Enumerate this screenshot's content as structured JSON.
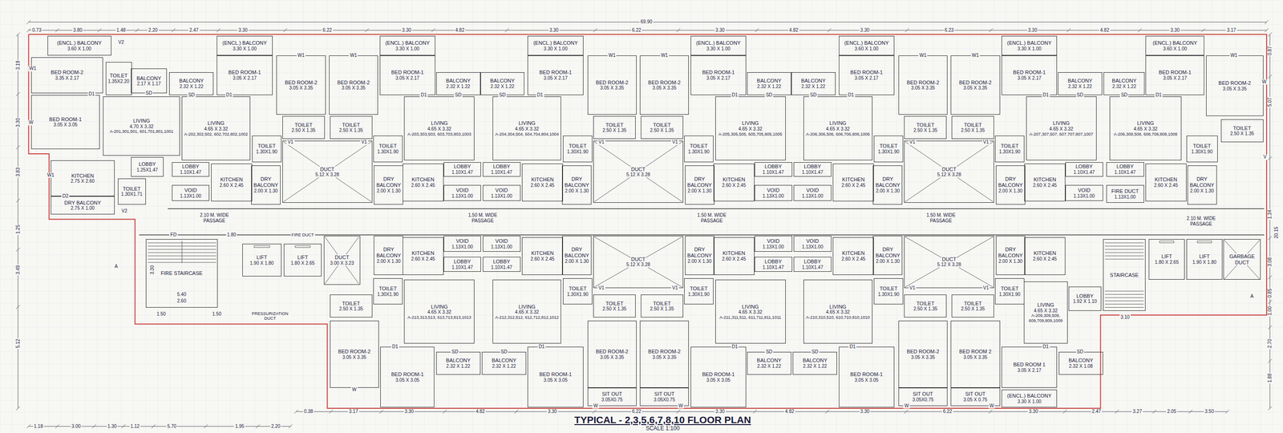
{
  "diagram": {
    "title": "TYPICAL - 2,3,5,6,7,8,10 FLOOR PLAN",
    "caption": "SCALE 1:100",
    "nodes": [
      {
        "text": [
          "(ENCL.) BALCONY",
          "3.60 X 1.00"
        ]
      },
      {
        "text": [
          "BED ROOM-2",
          "3.35 X 2.17"
        ]
      },
      {
        "text": [
          "TOILET",
          "1.35X2.20"
        ]
      },
      {
        "text": [
          "BALCONY",
          "2.17 X 1.17"
        ]
      },
      {
        "text": [
          "BED ROOM-1",
          "3.05 X 3.05"
        ]
      },
      {
        "text": [
          "LIVING",
          "4.70 X 3.32",
          "A-201,301,501, 601,701,801,1001"
        ]
      },
      {
        "text": [
          "KITCHEN",
          "2.75 X 2.60"
        ]
      },
      {
        "text": [
          "LOBBY",
          "1.25X1.47"
        ]
      },
      {
        "text": [
          "TOILET",
          "1.30X1.71"
        ]
      },
      {
        "text": [
          "DRY BALCONY",
          "2.75 X 1.00"
        ]
      },
      {
        "text": [
          "(ENCL.) BALCONY",
          "3.30 X 1.00"
        ]
      },
      {
        "text": [
          "BED ROOM-1",
          "3.05 X 2.17"
        ]
      },
      {
        "text": [
          "BED ROOM-2",
          "3.05 X 3.35"
        ]
      },
      {
        "text": [
          "BED ROOM-2",
          "3.05 X 3.35"
        ]
      },
      {
        "text": [
          "(ENCL.) BALCONY",
          "3.30 X 1.00"
        ]
      },
      {
        "text": [
          "BED ROOM-1",
          "3.05 X 2.17"
        ]
      },
      {
        "text": [
          "BALCONY",
          "2.32 X 1.22"
        ]
      },
      {
        "text": [
          "LIVING",
          "4.65 X 3.32",
          "A-202,302,502, 602,702,802,1002"
        ]
      },
      {
        "text": [
          "TOILET",
          "2.50 X 1.35"
        ]
      },
      {
        "text": [
          "TOILET",
          "2.50 X 1.35"
        ]
      },
      {
        "text": [
          "BALCONY",
          "2.32 X 1.22"
        ]
      },
      {
        "text": [
          "LIVING",
          "4.65 X 3.32",
          "A-203,303,503, 603,703,803,1003"
        ]
      },
      {
        "text": [
          "TOILET",
          "1.30X1.90"
        ]
      },
      {
        "text": [
          "DUCT",
          "5.12 X 3.28"
        ]
      },
      {
        "text": [
          "TOILET",
          "1.30X1.90"
        ]
      },
      {
        "text": [
          "LOBBY",
          "1.10X1.47"
        ]
      },
      {
        "text": [
          "KITCHEN",
          "2.60 X 2.45"
        ]
      },
      {
        "text": [
          "DRY BALCONY",
          "2.00 X 1.30"
        ]
      },
      {
        "text": [
          "DRY BALCONY",
          "2.00 X 1.30"
        ]
      },
      {
        "text": [
          "KITCHEN",
          "2.60 X 2.45"
        ]
      },
      {
        "text": [
          "LOBBY",
          "1.10X1.47"
        ]
      },
      {
        "text": [
          "VOID",
          "1.13X1.00"
        ]
      },
      {
        "text": [
          "VOID",
          "1.13X1.00"
        ]
      },
      {
        "text": [
          "(ENCL.) BALCONY",
          "3.30 X 1.00"
        ]
      },
      {
        "text": [
          "BED ROOM-1",
          "3.05 X 2.17"
        ]
      },
      {
        "text": [
          "BED ROOM-2",
          "3.05 X 3.35"
        ]
      },
      {
        "text": [
          "BED ROOM-2",
          "3.05 X 3.35"
        ]
      },
      {
        "text": [
          "(ENCL.) BALCONY",
          "3.30 X 1.00"
        ]
      },
      {
        "text": [
          "BED ROOM-1",
          "3.05 X 2.17"
        ]
      },
      {
        "text": [
          "BALCONY",
          "2.32 X 1.22"
        ]
      },
      {
        "text": [
          "LIVING",
          "4.65 X 3.32",
          "A-204,304,504, 604,704,804,1004"
        ]
      },
      {
        "text": [
          "TOILET",
          "2.50 X 1.35"
        ]
      },
      {
        "text": [
          "TOILET",
          "2.50 X 1.35"
        ]
      },
      {
        "text": [
          "BALCONY",
          "2.32 X 1.22"
        ]
      },
      {
        "text": [
          "LIVING",
          "4.65 X 3.32",
          "A-205,305,505, 605,705,805,1005"
        ]
      },
      {
        "text": [
          "TOILET",
          "1.30X1.90"
        ]
      },
      {
        "text": [
          "DUCT",
          "5.12 X 3.28"
        ]
      },
      {
        "text": [
          "TOILET",
          "1.30X1.90"
        ]
      },
      {
        "text": [
          "LOBBY",
          "1.10X1.47"
        ]
      },
      {
        "text": [
          "KITCHEN",
          "2.60 X 2.45"
        ]
      },
      {
        "text": [
          "DRY BALCONY",
          "2.00 X 1.30"
        ]
      },
      {
        "text": [
          "DRY BALCONY",
          "2.00 X 1.30"
        ]
      },
      {
        "text": [
          "KITCHEN",
          "2.60 X 2.45"
        ]
      },
      {
        "text": [
          "LOBBY",
          "1.10X1.47"
        ]
      },
      {
        "text": [
          "VOID",
          "1.13X1.00"
        ]
      },
      {
        "text": [
          "VOID",
          "1.13X1.00"
        ]
      },
      {
        "text": [
          "(ENCL.) BALCONY",
          "3.60 X 1.00"
        ]
      },
      {
        "text": [
          "BED ROOM-1",
          "3.05 X 2.17"
        ]
      },
      {
        "text": [
          "BED ROOM-2",
          "3.05 X 3.35"
        ]
      },
      {
        "text": [
          "BED ROOM-2",
          "3.05 X 3.35"
        ]
      },
      {
        "text": [
          "(ENCL.) BALCONY",
          "3.30 X 1.00"
        ]
      },
      {
        "text": [
          "BED ROOM-1",
          "3.05 X 2.17"
        ]
      },
      {
        "text": [
          "BALCONY",
          "2.32 X 1.22"
        ]
      },
      {
        "text": [
          "LIVING",
          "4.65 X 3.32",
          "A-206,306,506, 606,706,806,1006"
        ]
      },
      {
        "text": [
          "TOILET",
          "2.50 X 1.35"
        ]
      },
      {
        "text": [
          "TOILET",
          "2.50 X 1.35"
        ]
      },
      {
        "text": [
          "BALCONY",
          "2.32 X 1.22"
        ]
      },
      {
        "text": [
          "LIVING",
          "4.65 X 3.32",
          "A-207,307,507, 607,707,807,1007"
        ]
      },
      {
        "text": [
          "TOILET",
          "1.30X1.90"
        ]
      },
      {
        "text": [
          "DUCT",
          "5.12 X 3.28"
        ]
      },
      {
        "text": [
          "TOILET",
          "1.30X1.90"
        ]
      },
      {
        "text": [
          "LOBBY",
          "1.10X1.47"
        ]
      },
      {
        "text": [
          "KITCHEN",
          "2.60 X 2.45"
        ]
      },
      {
        "text": [
          "DRY BALCONY",
          "2.00 X 1.30"
        ]
      },
      {
        "text": [
          "DRY BALCONY",
          "2.00 X 1.30"
        ]
      },
      {
        "text": [
          "KITCHEN",
          "2.60 X 2.45"
        ]
      },
      {
        "text": [
          "LOBBY",
          "1.10X1.47"
        ]
      },
      {
        "text": [
          "VOID",
          "1.13X1.00"
        ]
      },
      {
        "text": [
          "VOID",
          "1.13X1.00"
        ]
      },
      {
        "text": [
          "(ENCL.) BALCONY",
          "3.60 X 1.00"
        ]
      },
      {
        "text": [
          "BED ROOM-1",
          "3.05 X 2.17"
        ]
      },
      {
        "text": [
          "BED ROOM-2",
          "3.05 X 3.35"
        ]
      },
      {
        "text": [
          "BALCONY",
          "2.32 X 1.22"
        ]
      },
      {
        "text": [
          "LIVING",
          "4.65 X 3.32",
          "A-206,308,508, 608,708,808,1008"
        ]
      },
      {
        "text": [
          "TOILET",
          "2.50 X 1.35"
        ]
      },
      {
        "text": [
          "TOILET",
          "1.30X1.90"
        ]
      },
      {
        "text": [
          "LOBBY",
          "1.10X1.47"
        ]
      },
      {
        "text": [
          "KITCHEN",
          "2.60 X 2.45"
        ]
      },
      {
        "text": [
          "DRY BALCONY",
          "2.00 X 1.30"
        ]
      },
      {
        "text": [
          "FIRE DUCT",
          "1.13X1.00"
        ]
      },
      {
        "text": [
          "FIRE STAIRCASE"
        ]
      },
      {
        "text": [
          "LIFT",
          "1.90 X 1.80"
        ]
      },
      {
        "text": [
          "LIFT",
          "1.80 X 2.65"
        ]
      },
      {
        "text": [
          "DUCT",
          "3.00 X 3.23"
        ]
      },
      {
        "text": [
          "DRY BALCONY",
          "2.00 X 1.30"
        ]
      },
      {
        "text": [
          "KITCHEN",
          "2.60 X 2.45"
        ]
      },
      {
        "text": [
          "VOID",
          "1.13X1.00"
        ]
      },
      {
        "text": [
          "LOBBY",
          "1.10X1.47"
        ]
      },
      {
        "text": [
          "TOILET",
          "1.30X1.90"
        ]
      },
      {
        "text": [
          "LIVING",
          "4.65 X 3.32",
          "A-213,313,513, 613,713,813,1013"
        ]
      },
      {
        "text": [
          "TOILET",
          "2.50 X 1.35"
        ]
      },
      {
        "text": [
          "BED ROOM-2",
          "3.05 X 3.35"
        ]
      },
      {
        "text": [
          "BED ROOM-1",
          "3.05 X 3.05"
        ]
      },
      {
        "text": [
          "BALCONY",
          "2.32 X 1.22"
        ]
      },
      {
        "text": [
          "VOID",
          "1.13X1.00"
        ]
      },
      {
        "text": [
          "KITCHEN",
          "2.60 X 2.45"
        ]
      },
      {
        "text": [
          "DRY BALCONY",
          "2.00 X 1.30"
        ]
      },
      {
        "text": [
          "DUCT",
          "5.12 X 3.28"
        ]
      },
      {
        "text": [
          "DRY BALCONY",
          "2.00 X 1.30"
        ]
      },
      {
        "text": [
          "KITCHEN",
          "2.60 X 2.45"
        ]
      },
      {
        "text": [
          "VOID",
          "1.13X1.00"
        ]
      },
      {
        "text": [
          "LOBBY",
          "1.10X1.47"
        ]
      },
      {
        "text": [
          "LOBBY",
          "1.10X1.47"
        ]
      },
      {
        "text": [
          "TOILET",
          "1.30X1.90"
        ]
      },
      {
        "text": [
          "TOILET",
          "1.30X1.90"
        ]
      },
      {
        "text": [
          "LIVING",
          "4.65 X 3.32",
          "A-212,312,512, 612,712,812,1012"
        ]
      },
      {
        "text": [
          "TOILET",
          "2.50 X 1.35"
        ]
      },
      {
        "text": [
          "TOILET",
          "2.50 X 1.35"
        ]
      },
      {
        "text": [
          "LIVING",
          "4.65 X 3.32",
          "A-211,311,511, 611,711,811,1011"
        ]
      },
      {
        "text": [
          "BED ROOM-2",
          "3.05 X 3.35"
        ]
      },
      {
        "text": [
          "BED ROOM-2",
          "3.05 X 3.35"
        ]
      },
      {
        "text": [
          "BALCONY",
          "2.32 X 1.22"
        ]
      },
      {
        "text": [
          "BED ROOM-1",
          "3.05 X 3.05"
        ]
      },
      {
        "text": [
          "BED ROOM-1",
          "3.05 X 3.05"
        ]
      },
      {
        "text": [
          "BALCONY",
          "2.32 X 1.22"
        ]
      },
      {
        "text": [
          "SIT OUT",
          "3.05X0.75"
        ]
      },
      {
        "text": [
          "SIT OUT",
          "3.05X0.75"
        ]
      },
      {
        "text": [
          "VOID",
          "1.13X1.00"
        ]
      },
      {
        "text": [
          "KITCHEN",
          "2.60 X 2.45"
        ]
      },
      {
        "text": [
          "DRY BALCONY",
          "2.00 X 1.30"
        ]
      },
      {
        "text": [
          "DUCT",
          "5.12 X 3.28"
        ]
      },
      {
        "text": [
          "DRY BALCONY",
          "2.00 X 1.30"
        ]
      },
      {
        "text": [
          "KITCHEN",
          "2.60 X 2.45"
        ]
      },
      {
        "text": [
          "LOBBY",
          "1.10X1.47"
        ]
      },
      {
        "text": [
          "TOILET",
          "1.30X1.90"
        ]
      },
      {
        "text": [
          "TOILET",
          "1.30X1.90"
        ]
      },
      {
        "text": [
          "LIVING",
          "4.65 X 3.32",
          "A-210,310,510, 610,710,810,1010"
        ]
      },
      {
        "text": [
          "TOILET",
          "2.50 X 1.35"
        ]
      },
      {
        "text": [
          "TOILET",
          "2.50 X 1.35"
        ]
      },
      {
        "text": [
          "LIVING",
          "4.65 X 3.32",
          "A-209,309,509, 609,709,809,1009"
        ]
      },
      {
        "text": [
          "LOBBY",
          "1.92 X 1.10"
        ]
      },
      {
        "text": [
          "BED ROOM-2",
          "3.05 X 3.35"
        ]
      },
      {
        "text": [
          "BED ROOM 2",
          "3.05 X 3.35"
        ]
      },
      {
        "text": [
          "BALCONY",
          "2.32 X 1.22"
        ]
      },
      {
        "text": [
          "BED ROOM-1",
          "3.05 X 3.05"
        ]
      },
      {
        "text": [
          "BED ROOM 1",
          "3.05 X 2.17"
        ]
      },
      {
        "text": [
          "BALCONY",
          "2.32 X 1.08"
        ]
      },
      {
        "text": [
          "(ENCL.) BALCONY",
          "3.30 X 1.00"
        ]
      },
      {
        "text": [
          "SIT OUT",
          "3.05X0.75"
        ]
      },
      {
        "text": [
          "SIT OUT",
          "3.05 X 0.75"
        ]
      },
      {
        "text": [
          "STAIRCASE"
        ]
      },
      {
        "text": [
          "LIFT",
          "1.80 X 2.65"
        ]
      },
      {
        "text": [
          "LIFT",
          "1.90 X 1.80"
        ]
      },
      {
        "text": [
          "GARBAGE DUCT"
        ]
      }
    ],
    "labels": [
      "69.90",
      "0.73",
      "3.80",
      "1.48",
      "2.20",
      "2.47",
      "3.30",
      "6.22",
      "3.30",
      "4.82",
      "3.30",
      "6.22",
      "3.30",
      "4.82",
      "3.30",
      "6.23",
      "3.30",
      "4.82",
      "3.30",
      "3.17",
      "1.18",
      "3.00",
      "1.30",
      "1.12",
      "5.70",
      "1.95",
      "2.20",
      "0.38",
      "3.17",
      "3.30",
      "4.82",
      "3.30",
      "6.22",
      "3.30",
      "4.82",
      "3.30",
      "6.22",
      "3.30",
      "2.47",
      "3.27",
      "2.05",
      "3.50",
      "3.19",
      "3.30",
      "3.83",
      "1.25",
      "3.49",
      "5.12",
      "0.87",
      "5.07",
      "1.34",
      "20.15",
      "3.08",
      "0.85",
      "1.00",
      "2.70",
      "1.88",
      "2.10 M. WIDE PASSAGE",
      "1.50 M. WIDE PASSAGE",
      "1.50 M. WIDE PASSAGE",
      "1.50 M. WIDE PASSAGE",
      "2.10 M. WIDE PASSAGE",
      "FIRE DUCT",
      "FD",
      "1.80",
      "5.40",
      "2.60",
      "1.50",
      "1.50",
      "3.30",
      "PRESSURIZATION DUCT",
      "A",
      "A",
      "3.10",
      "V2",
      "W1",
      "W",
      "W1",
      "D2",
      "V2",
      "D1",
      "SD",
      "W1",
      "W1",
      "SD",
      "D1",
      "D1",
      "SD",
      "V1",
      "V1",
      "W1",
      "W1",
      "SD",
      "D1",
      "D1",
      "SD",
      "V1",
      "V1",
      "W1",
      "W1",
      "SD",
      "D1",
      "D1",
      "SD",
      "V1",
      "V1",
      "W1",
      "W",
      "SD",
      "D1",
      "V",
      "D1",
      "D1",
      "W",
      "W",
      "SD",
      "SD",
      "V1",
      "V1",
      "D1",
      "D1",
      "W",
      "W",
      "SD",
      "SD",
      "V1",
      "V1",
      "D1",
      "SD",
      "W"
    ]
  }
}
